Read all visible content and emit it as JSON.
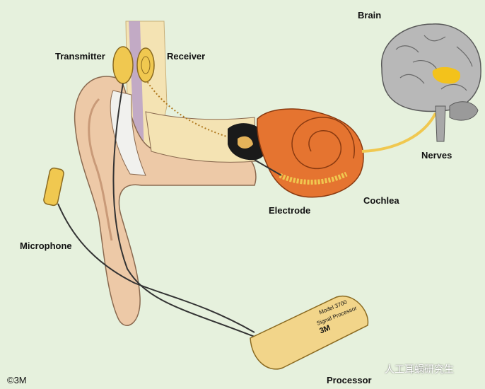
{
  "labels": {
    "brain": "Brain",
    "transmitter": "Transmitter",
    "receiver": "Receiver",
    "nerves": "Nerves",
    "cochlea": "Cochlea",
    "electrode": "Electrode",
    "microphone": "Microphone",
    "processor": "Processor",
    "copyright": "©3M"
  },
  "device": {
    "brand_mark": "3M",
    "model_line1": "Model 3700",
    "model_line2": "Signal Processor"
  },
  "watermark": {
    "text": "人工耳蜗研究生"
  },
  "colors": {
    "background": "#e6f1dd",
    "skin": "#edc9a7",
    "canal": "#f4e3b3",
    "cochlea": "#e57430",
    "implant": "#f0c850",
    "brain": "#b8b8b8",
    "brain_highlight": "#f3c21b",
    "processor": "#f2d58a",
    "cable": "#333333"
  }
}
